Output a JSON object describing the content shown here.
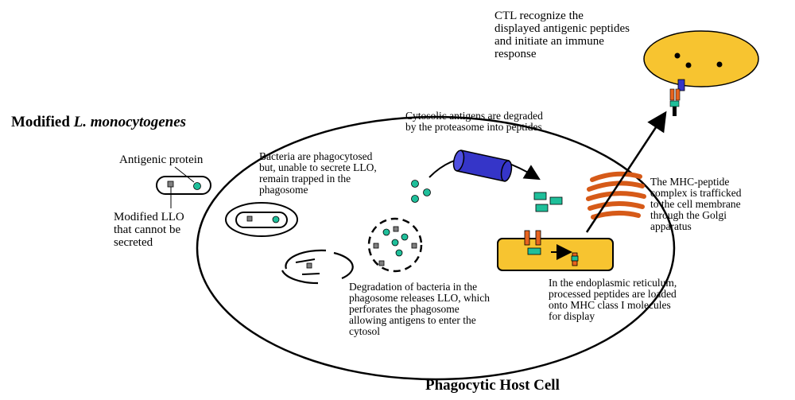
{
  "title": {
    "prefix": "Modified ",
    "italic": "L. monocytogenes"
  },
  "host_cell_label": "Phagocytic Host Cell",
  "labels": {
    "antigenic_protein": "Antigenic protein",
    "modified_llo": "Modified LLO\nthat cannot be\nsecreted",
    "phagocytosed": "Bacteria are phagocytosed\nbut, unable to secrete LLO,\nremain trapped in the\nphagosome",
    "degradation": "Degradation of bacteria in the\nphagosome releases LLO, which\nperforates the phagosome\nallowing antigens to enter the\ncytosol",
    "proteasome": "Cytosolic antigens are degraded\nby the proteasome into peptides",
    "er": "In the endoplasmic reticulum,\nprocessed peptides are loaded\nonto MHC class I molecules\nfor display",
    "golgi": "The MHC-peptide\ncomplex is trafficked\nto the cell membrane\nthrough the Golgi\napparatus",
    "ctl": "CTL recognize the\ndisplayed antigenic peptides\nand initiate an immune\nresponse"
  },
  "colors": {
    "antigen": "#1fbf9a",
    "llo": "#808080",
    "proteasome": "#3535c8",
    "golgi": "#e0601c",
    "er": "#f7c430",
    "ctl": "#f7c430",
    "mhc": "#e8641e"
  }
}
